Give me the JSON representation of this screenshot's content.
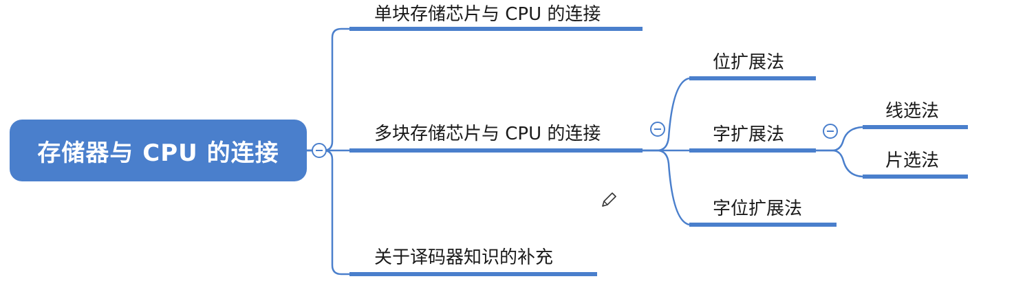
{
  "colors": {
    "accent": "#4a7fcc",
    "line": "#4a7fcc"
  },
  "root": {
    "label": "存储器与 CPU 的连接"
  },
  "level1": [
    {
      "label": "单块存储芯片与 CPU 的连接"
    },
    {
      "label": "多块存储芯片与 CPU 的连接"
    },
    {
      "label": "关于译码器知识的补充"
    }
  ],
  "level2": [
    {
      "label": "位扩展法"
    },
    {
      "label": "字扩展法"
    },
    {
      "label": "字位扩展法"
    }
  ],
  "level3": [
    {
      "label": "线选法"
    },
    {
      "label": "片选法"
    }
  ],
  "icons": {
    "collapse": "minus-circle-icon",
    "cursor": "pencil-icon"
  }
}
